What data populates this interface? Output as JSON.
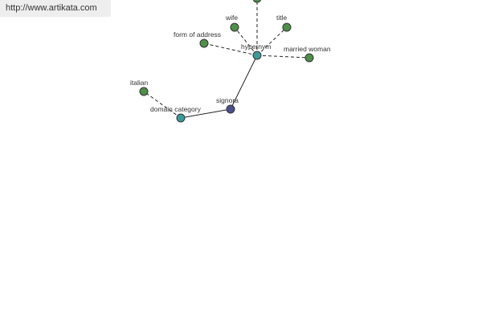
{
  "source": {
    "url_text": "http://www.artikata.com"
  },
  "colors": {
    "center_node": "#4a4f8c",
    "relation_node": "#3d9a9a",
    "leaf_node": "#4f8f4a"
  },
  "graph": {
    "center": "signora",
    "relations": [
      {
        "id": "hypernym",
        "label": "hypernym"
      },
      {
        "id": "domain-category",
        "label": "domain category"
      }
    ],
    "leaves": [
      {
        "id": "top",
        "label": "",
        "relation": "hypernym"
      },
      {
        "id": "wife",
        "label": "wife",
        "relation": "hypernym"
      },
      {
        "id": "title",
        "label": "title",
        "relation": "hypernym"
      },
      {
        "id": "form-of-address",
        "label": "form of address",
        "relation": "hypernym"
      },
      {
        "id": "married-woman",
        "label": "married woman",
        "relation": "hypernym"
      },
      {
        "id": "italian",
        "label": "italian",
        "relation": "domain-category"
      }
    ]
  }
}
